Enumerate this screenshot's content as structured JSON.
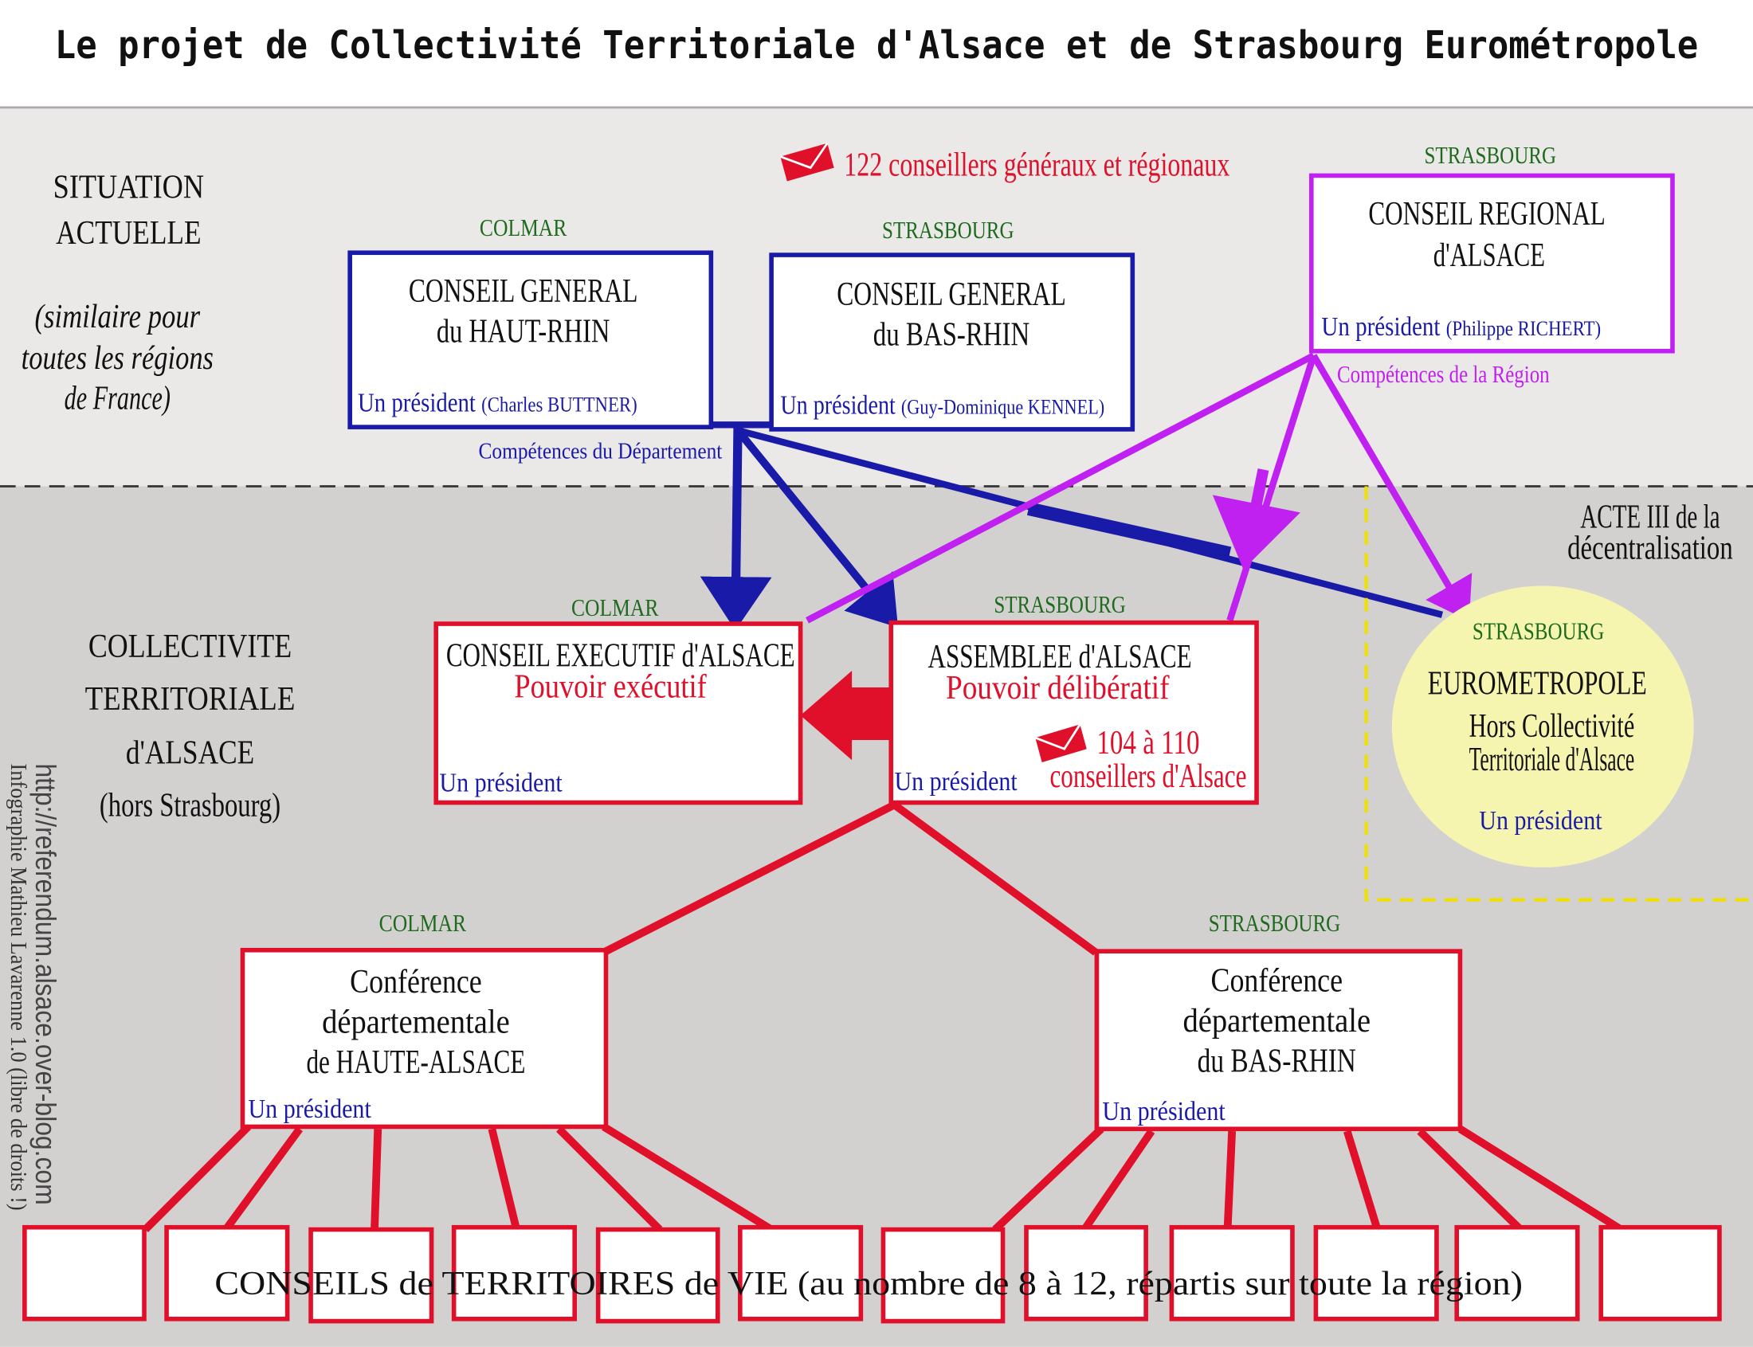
{
  "title": "Le projet de Collectivité Territoriale d'Alsace et de Strasbourg Eurométropole",
  "current": {
    "heading": [
      "SITUATION",
      "ACTUELLE"
    ],
    "note": [
      "(similaire pour",
      "toutes les régions",
      "de France)"
    ],
    "elected_label": "122 conseillers généraux et régionaux",
    "haut_rhin": {
      "city": "COLMAR",
      "title": [
        "CONSEIL GENERAL",
        "du HAUT-RHIN"
      ],
      "president": "Un président",
      "name": "(Charles BUTTNER)"
    },
    "bas_rhin": {
      "city": "STRASBOURG",
      "title": [
        "CONSEIL GENERAL",
        "du BAS-RHIN"
      ],
      "president": "Un président",
      "name": "(Guy-Dominique KENNEL)"
    },
    "region": {
      "city": "STRASBOURG",
      "title": [
        "CONSEIL REGIONAL",
        "d'ALSACE"
      ],
      "president": "Un président",
      "name": "(Philippe RICHERT)"
    },
    "dept_competences": "Compétences du Département",
    "region_competences": "Compétences de la Région"
  },
  "acte": [
    "ACTE III de la",
    "décentralisation"
  ],
  "future": {
    "heading": [
      "COLLECTIVITE",
      "TERRITORIALE",
      "d'ALSACE"
    ],
    "subheading": "(hors Strasbourg)",
    "executive": {
      "city": "COLMAR",
      "title": "CONSEIL EXECUTIF d'ALSACE",
      "role": "Pouvoir exécutif",
      "president": "Un président"
    },
    "assembly": {
      "city": "STRASBOURG",
      "title": "ASSEMBLEE d'ALSACE",
      "role": "Pouvoir délibératif",
      "president": "Un président",
      "count": "104 à 110",
      "count_label": "conseillers d'Alsace"
    },
    "euro": {
      "city": "STRASBOURG",
      "title": "EUROMETROPOLE",
      "note": [
        "Hors Collectivité",
        "Territoriale d'Alsace"
      ],
      "president": "Un président"
    },
    "conf_haut": {
      "city": "COLMAR",
      "title": [
        "Conférence",
        "départementale",
        "de HAUTE-ALSACE"
      ],
      "president": "Un président"
    },
    "conf_bas": {
      "city": "STRASBOURG",
      "title": [
        "Conférence",
        "départementale",
        "du BAS-RHIN"
      ],
      "president": "Un président"
    },
    "territoires": "CONSEILS de TERRITOIRES de VIE (au nombre de 8 à 12, répartis sur toute la région)"
  },
  "credits": {
    "url": "http://referendum.alsace.over-blog.com",
    "author": "Infographie Mathieu Lavarenne 1.0  (libre de droits !)"
  },
  "colors": {
    "blue": "#1a1aa8",
    "magenta": "#c020f0",
    "red": "#e0102a",
    "green": "#1e6b1e",
    "yellow": "#f5f5b0"
  }
}
